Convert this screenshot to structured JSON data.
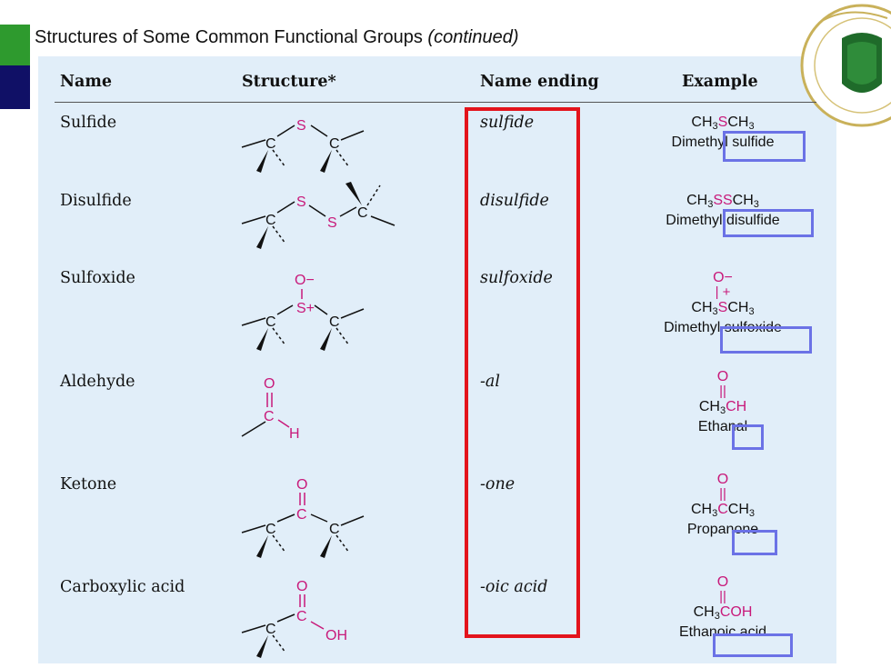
{
  "page": {
    "title": "Structures of Some Common Functional Groups",
    "title_suffix": "(continued)"
  },
  "table": {
    "headers": {
      "name": "Name",
      "structure": "Structure*",
      "ending": "Name ending",
      "example": "Example"
    },
    "rows": [
      {
        "name": "Sulfide",
        "ending": "sulfide",
        "example_formula": [
          "CH",
          "3",
          "S",
          "CH",
          "3"
        ],
        "example_name_prefix": "Dimethyl ",
        "example_name_highlight": "sulfide"
      },
      {
        "name": "Disulfide",
        "ending": "disulfide",
        "example_formula": [
          "CH",
          "3",
          "SS",
          "CH",
          "3"
        ],
        "example_name_prefix": "Dimethyl ",
        "example_name_highlight": "disulfide"
      },
      {
        "name": "Sulfoxide",
        "ending": "sulfoxide",
        "example_charge_top": "O−",
        "example_bond_plus": "| +",
        "example_formula": [
          "CH",
          "3",
          "S",
          "CH",
          "3"
        ],
        "example_name_prefix": "Dimethyl ",
        "example_name_highlight": "sulfoxide"
      },
      {
        "name": "Aldehyde",
        "ending": "-al",
        "example_carbonyl_o": "O",
        "example_carbonyl_bond": "||",
        "example_formula": [
          "CH",
          "3",
          "CH"
        ],
        "example_name_prefix": "Etha",
        "example_name_highlight": "nal"
      },
      {
        "name": "Ketone",
        "ending": "-one",
        "example_carbonyl_o": "O",
        "example_carbonyl_bond": "||",
        "example_formula": [
          "CH",
          "3",
          "C",
          "CH",
          "3"
        ],
        "example_name_prefix": "Propan",
        "example_name_highlight": "one"
      },
      {
        "name": "Carboxylic acid",
        "ending": "-oic acid",
        "example_carbonyl_o": "O",
        "example_carbonyl_bond": "||",
        "example_formula": [
          "CH",
          "3",
          "COH"
        ],
        "example_name_prefix": "Etha",
        "example_name_highlight": "noic acid"
      }
    ]
  },
  "structures": {
    "atom_c": "C",
    "atom_s": "S",
    "atom_s_plus": "S+",
    "atom_o": "O",
    "atom_o_minus": "O−",
    "atom_h": "H",
    "atom_oh": "OH"
  },
  "colors": {
    "panel_bg": "#e1eef9",
    "heteroatom": "#c8197a",
    "highlight_red": "#e3141c",
    "highlight_blue": "#6b72e6",
    "deco_green": "#2e9a2e",
    "deco_navy": "#101066"
  },
  "icons": {
    "logo": "university-seal-icon"
  }
}
